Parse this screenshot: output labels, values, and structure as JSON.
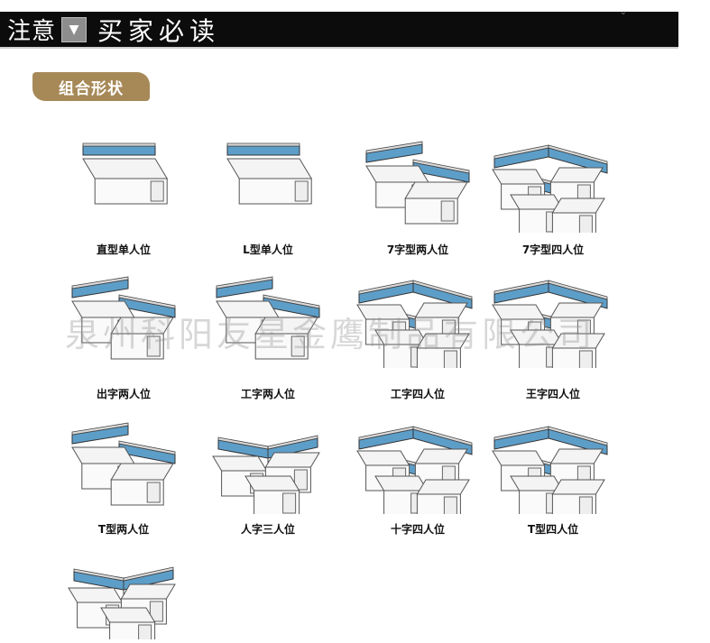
{
  "header": {
    "left_text": "注意",
    "arrow_icon": "down-triangle-icon",
    "title": "买家必读"
  },
  "section": {
    "label": "组合形状"
  },
  "watermark": "泉州科阳友星金鹰制品有限公司",
  "colors": {
    "header_bg": "#0c0c0c",
    "badge_bg": "#a78958",
    "panel_blue": "#5d9ec9"
  },
  "items": [
    {
      "label": "直型单人位"
    },
    {
      "label": "L型单人位"
    },
    {
      "label": "7字型两人位"
    },
    {
      "label": "7字型四人位"
    },
    {
      "label": "出字两人位"
    },
    {
      "label": "工字两人位"
    },
    {
      "label": "工字四人位"
    },
    {
      "label": "王字四人位"
    },
    {
      "label": "T型两人位"
    },
    {
      "label": "人字三人位"
    },
    {
      "label": "十字四人位"
    },
    {
      "label": "T型四人位"
    },
    {
      "label": ""
    }
  ]
}
